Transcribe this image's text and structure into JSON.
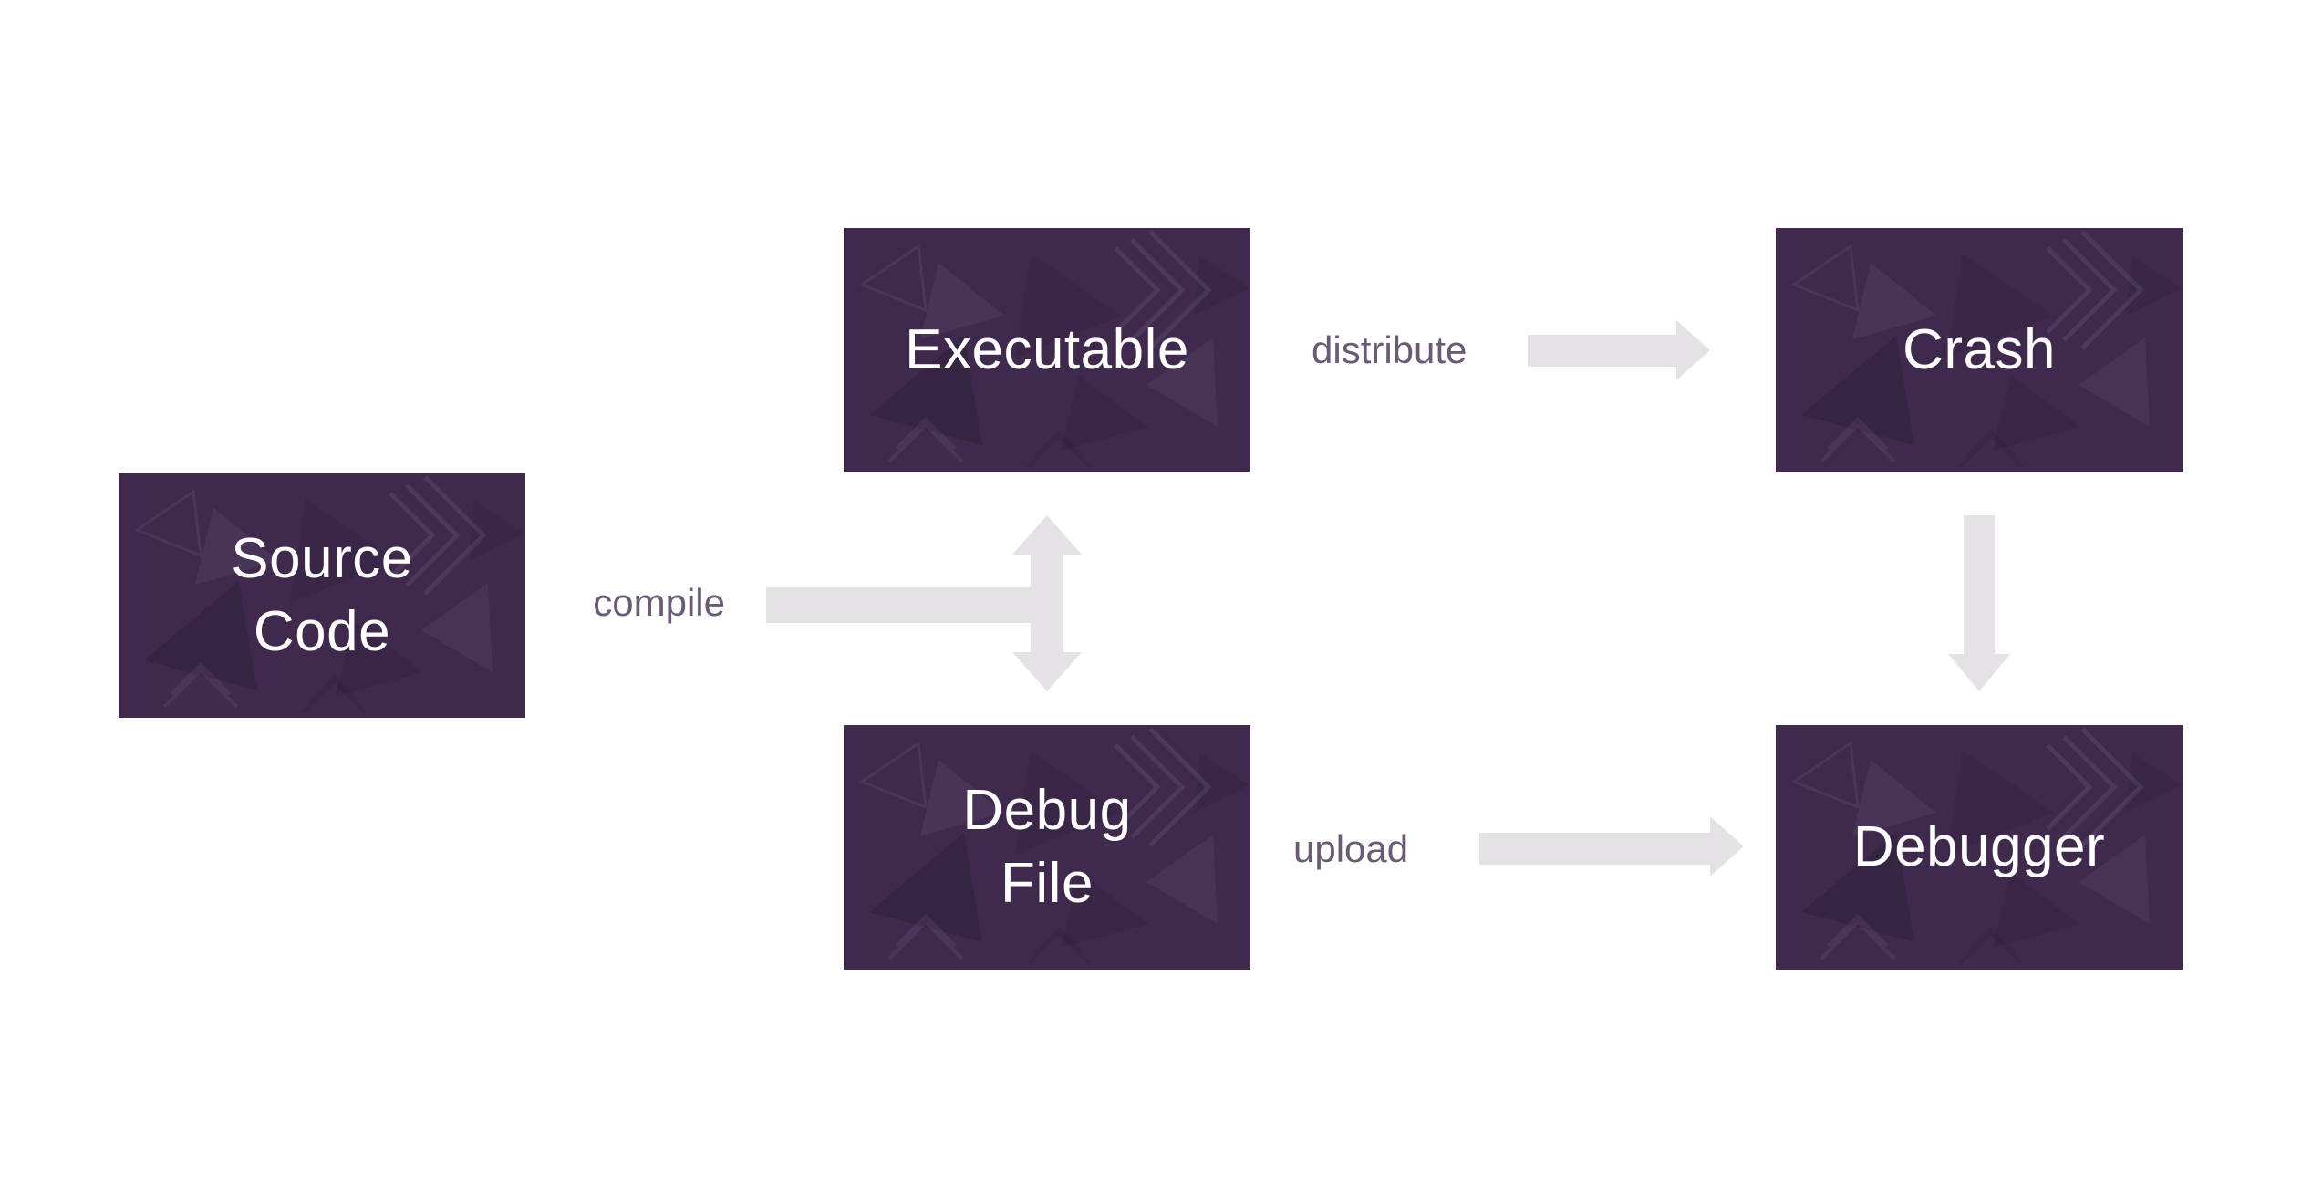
{
  "diagram": {
    "type": "flowchart",
    "background": "#ffffff",
    "colors": {
      "node_fill": "#3F2A4D",
      "node_text": "#ffffff",
      "arrow_fill": "#E4E2E4",
      "label_text": "#6B5A76"
    },
    "nodes": [
      {
        "id": "source-code",
        "label": "Source Code",
        "lines": [
          "Source",
          "Code"
        ]
      },
      {
        "id": "executable",
        "label": "Executable",
        "lines": [
          "Executable"
        ]
      },
      {
        "id": "crash",
        "label": "Crash",
        "lines": [
          "Crash"
        ]
      },
      {
        "id": "debug-file",
        "label": "Debug File",
        "lines": [
          "Debug",
          "File"
        ]
      },
      {
        "id": "debugger",
        "label": "Debugger",
        "lines": [
          "Debugger"
        ]
      }
    ],
    "edges": [
      {
        "id": "compile",
        "label": "compile",
        "from": "source-code",
        "to": "executable, debug-file",
        "shape": "bar-into-updown-double-arrow"
      },
      {
        "id": "distribute",
        "label": "distribute",
        "from": "executable",
        "to": "crash",
        "shape": "right-block-arrow"
      },
      {
        "id": "upload",
        "label": "upload",
        "from": "debug-file",
        "to": "debugger",
        "shape": "right-block-arrow"
      },
      {
        "id": "crash-to-debugger",
        "label": "",
        "from": "crash",
        "to": "debugger",
        "shape": "down-block-arrow"
      }
    ]
  }
}
